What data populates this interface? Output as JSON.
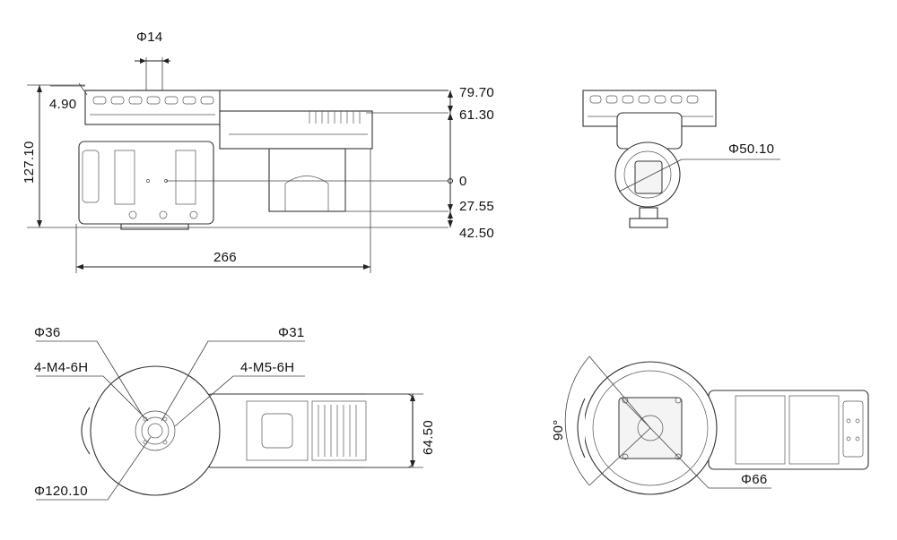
{
  "dimensions": {
    "phi14": "Φ14",
    "d4_90": "4.90",
    "d127_10": "127.10",
    "d79_70": "79.70",
    "d61_30": "61.30",
    "d0": "0",
    "d27_55": "27.55",
    "d42_50": "42.50",
    "d266": "266",
    "phi50_10": "Φ50.10",
    "phi36": "Φ36",
    "phi31": "Φ31",
    "m4": "4-M4-6H",
    "m5": "4-M5-6H",
    "phi120_10": "Φ120.10",
    "d64_50": "64.50",
    "deg90": "90°",
    "phi66": "Φ66"
  }
}
